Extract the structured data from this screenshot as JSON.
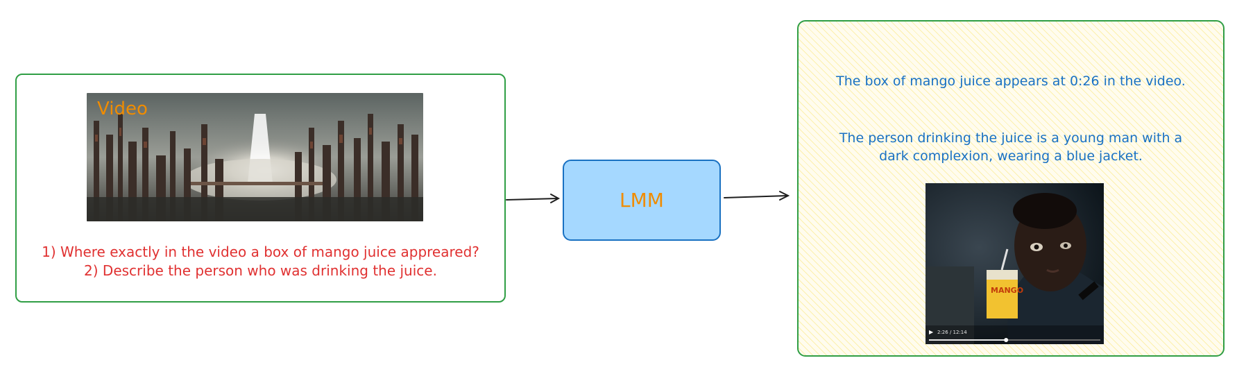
{
  "input": {
    "video_label": "Video",
    "question_1": "1) Where exactly in the video a box of mango juice appreared?",
    "question_2": "2) Describe the person who was drinking the juice."
  },
  "model": {
    "label": "LMM"
  },
  "output": {
    "answer_1": "The box of mango juice appears at 0:26 in the video.",
    "answer_2_line_1": "The person drinking the juice is a young man with a",
    "answer_2_line_2": "dark complexion, wearing a blue jacket.",
    "frame": {
      "juice_box_text": "MANGO",
      "player_time": "2:26 / 12:14",
      "progress": 0.45
    }
  },
  "colors": {
    "box_border": "#2f9e44",
    "question_text": "#e03131",
    "answer_text": "#1971c2",
    "label_text": "#f08c00",
    "lmm_fill": "#a5d8ff",
    "lmm_border": "#1971c2"
  }
}
